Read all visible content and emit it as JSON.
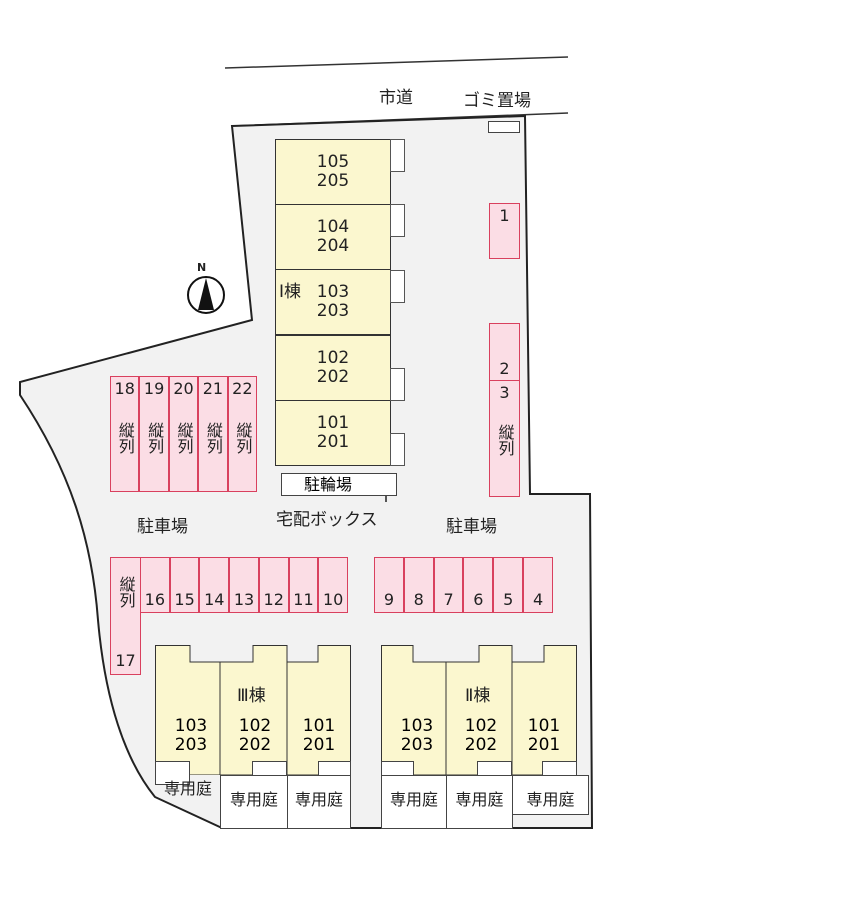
{
  "road_label": "市道",
  "garbage_label": "ゴミ置場",
  "north_label": "N",
  "parking_label_left": "駐車場",
  "parking_label_right": "駐車場",
  "bike_parking_label": "駐輪場",
  "delivery_box_label": "宅配ボックス",
  "vertical_label": "縦列",
  "building1": {
    "name": "Ⅰ棟",
    "units": [
      [
        "105",
        "205"
      ],
      [
        "104",
        "204"
      ],
      [
        "103",
        "203"
      ],
      [
        "102",
        "202"
      ],
      [
        "101",
        "201"
      ]
    ]
  },
  "building3": {
    "name": "Ⅲ棟",
    "units": [
      [
        "103",
        "203"
      ],
      [
        "102",
        "202"
      ],
      [
        "101",
        "201"
      ]
    ],
    "gardens": [
      "専用庭",
      "専用庭",
      "専用庭"
    ]
  },
  "building2": {
    "name": "Ⅱ棟",
    "units": [
      [
        "103",
        "203"
      ],
      [
        "102",
        "202"
      ],
      [
        "101",
        "201"
      ]
    ],
    "gardens": [
      "専用庭",
      "専用庭",
      "専用庭"
    ]
  },
  "spots_top_left": [
    "18",
    "19",
    "20",
    "21",
    "22"
  ],
  "spots_mid_left": [
    "16",
    "15",
    "14",
    "13",
    "12",
    "11",
    "10"
  ],
  "spot_17": "17",
  "spots_mid_right": [
    "9",
    "8",
    "7",
    "6",
    "5",
    "4"
  ],
  "spot_1": "1",
  "spot_2": "2",
  "spot_3": "3",
  "colors": {
    "parking_fill": "#fbdde5",
    "parking_border": "#d9405e",
    "building_fill": "#fbf7cf",
    "site_fill": "#f2f2f2"
  }
}
